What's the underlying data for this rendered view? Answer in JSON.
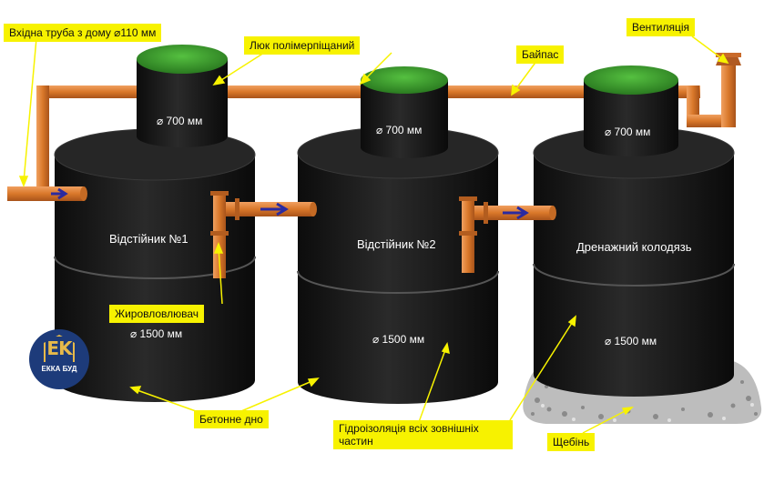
{
  "labels": {
    "inlet_pipe": "Вхідна труба з дому ⌀110 мм",
    "hatch": "Люк полімерпіщаний",
    "bypass": "Байпас",
    "ventilation": "Вентиляція",
    "grease_trap": "Жировловлювач",
    "concrete_bottom": "Бетонне дно",
    "waterproofing": "Гідроізоляція всіх зовнішніх частин",
    "gravel": "Щебінь"
  },
  "tanks": [
    {
      "name": "Відстійник  №1",
      "hatch_diameter": "⌀ 700 мм",
      "ring_diameter": "⌀ 1500 мм"
    },
    {
      "name": "Відстійник №2",
      "hatch_diameter": "⌀ 700 мм",
      "ring_diameter": "⌀ 1500 мм"
    },
    {
      "name": "Дренажний колодязь",
      "hatch_diameter": "⌀ 700 мм",
      "ring_diameter": "⌀ 1500 мм"
    }
  ],
  "logo": {
    "monogram": "EK",
    "name": "ЕККА БУД"
  },
  "colors": {
    "pipe": "#d9782a",
    "hatch": "#3a9a2a",
    "tank": "#1b1b1b",
    "label_bg": "#f7f200",
    "flow_arrow": "#2a2aa0"
  }
}
